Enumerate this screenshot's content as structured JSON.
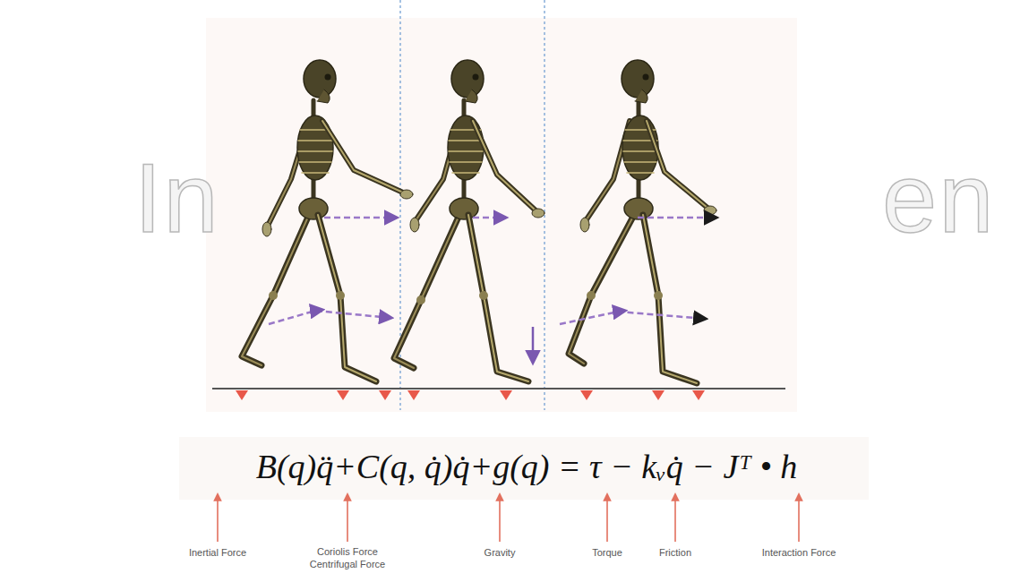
{
  "diagram": {
    "labels": [
      "In",
      "en",
      "B(q)q̈+C(q, q̇)q̇+g(q) = τ − kᵥq̇ − Jᵀ • h",
      "Inertial Force",
      "Coriolis Force",
      "Centrifugal Force",
      "Gravity",
      "Torque",
      "Friction",
      "Interaction Force"
    ]
  }
}
